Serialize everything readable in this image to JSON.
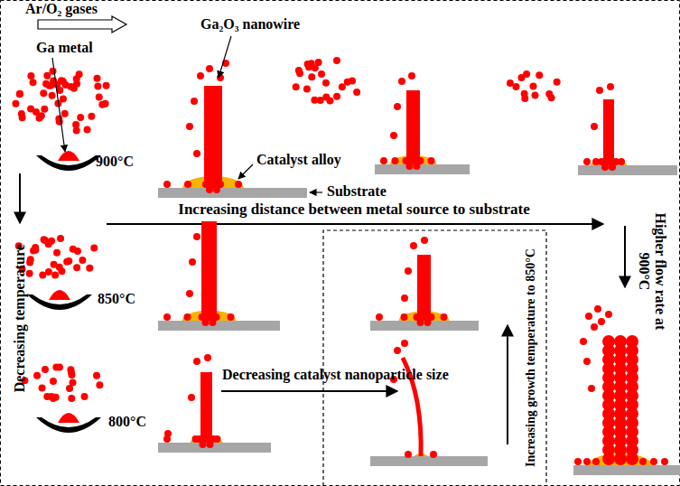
{
  "diagram": {
    "labels": [
      "Ar/O₂ gases",
      "Ga₂O₃ nanowire",
      "Ga metal",
      "900°C",
      "Catalyst alloy",
      "Substrate",
      "Increasing distance between metal source to substrate",
      "Decreasing temperature",
      "Higher flow rate at 900°C",
      "850°C",
      "Decreasing catalyst nanoparticle size",
      "Increasing growth temperature to 850°C",
      "800°C"
    ]
  }
}
